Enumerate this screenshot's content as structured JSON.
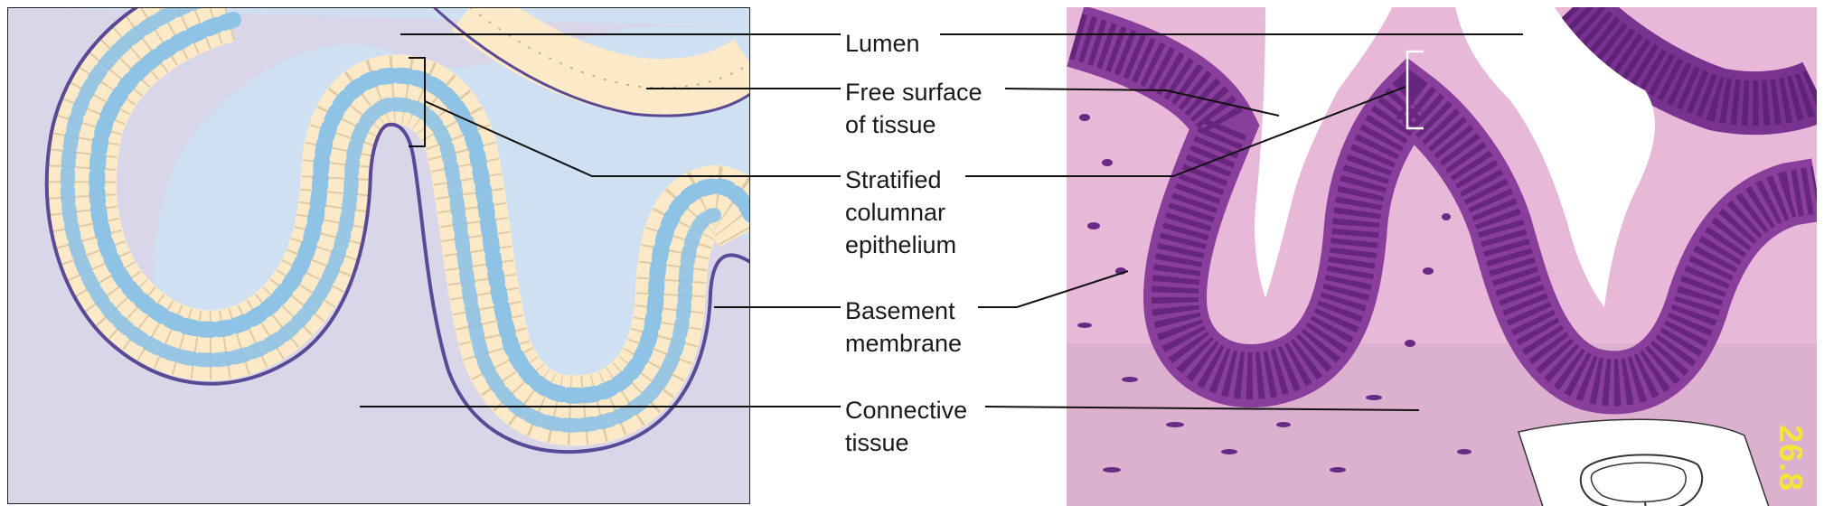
{
  "labels": {
    "lumen": "Lumen",
    "free_surface_1": "Free surface",
    "free_surface_2": "of tissue",
    "stratified_1": "Stratified",
    "stratified_2": "columnar",
    "stratified_3": "epithelium",
    "basement_1": "Basement",
    "basement_2": "membrane",
    "connective_1": "Connective",
    "connective_2": "tissue"
  },
  "micrograph_watermark": "26.8",
  "colors": {
    "connective_bg": "#d9d6ea",
    "lumen": "#cfe0f2",
    "cell_fill": "#fbe9c8",
    "cell_outline": "#c8b08a",
    "nucleus": "#8ec3e6",
    "basement_membrane": "#5a4a96",
    "histology_bg": "#e8b8d8",
    "histology_nuclei": "#6d2a85"
  },
  "icons": {
    "organ_inset": "organ-outline-inset-icon"
  }
}
